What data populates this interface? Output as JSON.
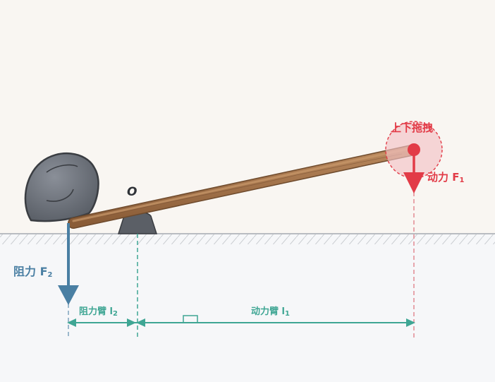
{
  "labels": {
    "fulcrum": "O",
    "drag_hint": "上下拖拽",
    "effort_force": "动力 F",
    "effort_sub": "1",
    "resistance_force": "阻力 F",
    "resistance_sub": "2",
    "resistance_arm": "阻力臂 l",
    "resistance_arm_sub": "2",
    "effort_arm": "动力臂 l",
    "effort_arm_sub": "1"
  },
  "colors": {
    "effort": "#e23b47",
    "resistance": "#4a7fa3",
    "arm": "#3fa694",
    "rock": "#6b7079",
    "lever_wood": "#a0714a",
    "ground_bg": "#f6f7f9",
    "sky_bg": "#f9f6f2"
  },
  "icons": {
    "rock": "rock-icon",
    "fulcrum": "fulcrum-triangle-icon",
    "handle": "drag-handle-icon",
    "right_angle": "right-angle-icon"
  }
}
